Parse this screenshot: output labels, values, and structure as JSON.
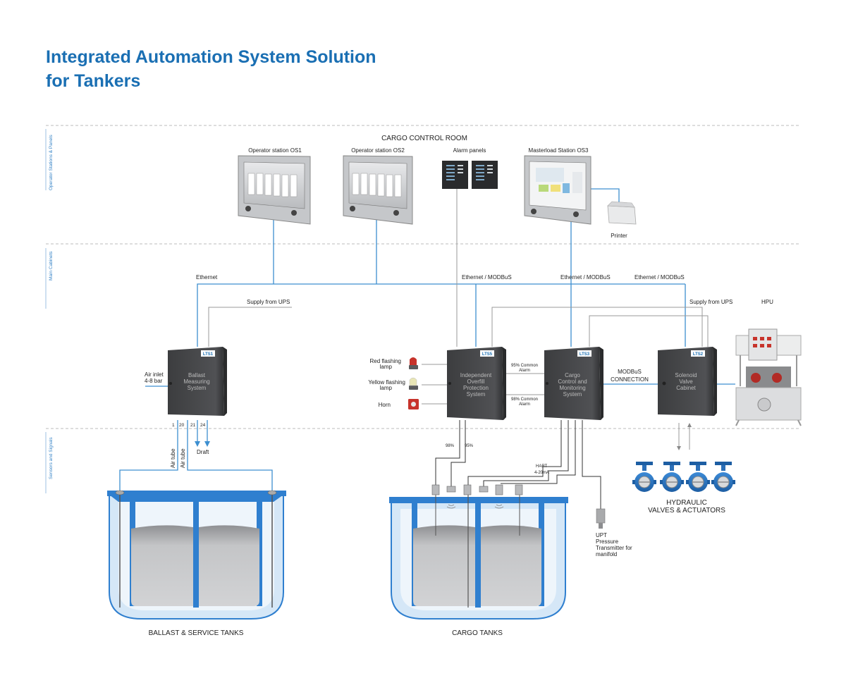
{
  "title": {
    "line1": "Integrated Automation System Solution",
    "line2": "for Tankers"
  },
  "zones": {
    "operator": "Operator Stations & Panels",
    "cabinets": "Main Cabinets",
    "sensors": "Sensors and Signals"
  },
  "control_room": "CARGO CONTROL ROOM",
  "stations": {
    "os1": "Operator station OS1",
    "os2": "Operator station OS2",
    "alarm": "Alarm panels",
    "os3": "Masterload Station OS3",
    "printer": "Printer"
  },
  "links": {
    "ethernet": "Ethernet",
    "eth_modbus_1": "Ethernet / MODBuS",
    "eth_modbus_2": "Ethernet / MODBuS",
    "eth_modbus_3": "Ethernet / MODBuS",
    "supply_ups_1": "Supply from UPS",
    "supply_ups_2": "Supply from UPS",
    "hpu": "HPU",
    "modbus_conn_1": "MODBuS",
    "modbus_conn_2": "CONNECTION",
    "common_alarm_95_1": "95% Common",
    "common_alarm_95_2": "Alarm",
    "common_alarm_98_1": "98% Common",
    "common_alarm_98_2": "Alarm",
    "air_inlet_1": "Air inlet",
    "air_inlet_2": "4-8 bar",
    "draft": "Draft",
    "air_tube_1": "Air tube",
    "air_tube_2": "Air tube",
    "pct_98": "98%",
    "pct_95": "95%",
    "hart_1": "HART",
    "hart_2": "4-20mA"
  },
  "cabinets": {
    "lts1": {
      "tag": "LTS1",
      "l1": "Ballast",
      "l2": "Measuring",
      "l3": "System"
    },
    "lts5": {
      "tag": "LTS5",
      "l1": "Independent",
      "l2": "Overfill",
      "l3": "Protection",
      "l4": "System"
    },
    "lts3": {
      "tag": "LTS3",
      "l1": "Cargo",
      "l2": "Control and",
      "l3": "Monitoring",
      "l4": "System"
    },
    "lts2": {
      "tag": "LTS2",
      "l1": "Solenoid",
      "l2": "Valve",
      "l3": "Cabinet"
    }
  },
  "tube_numbers": [
    "1",
    "20",
    "21",
    "24"
  ],
  "alarms": {
    "red_1": "Red flashing",
    "red_2": "lamp",
    "yellow_1": "Yellow flashing",
    "yellow_2": "lamp",
    "horn": "Horn"
  },
  "upt": {
    "l1": "UPT",
    "l2": "Pressure",
    "l3": "Transmitter for",
    "l4": "manifold"
  },
  "valves": {
    "l1": "HYDRAULIC",
    "l2": "VALVES & ACTUATORS"
  },
  "tanks": {
    "ballast": "BALLAST & SERVICE TANKS",
    "cargo": "CARGO TANKS"
  },
  "colors": {
    "accent": "#1a6fb3",
    "wire": "#3d8fd0",
    "cabinet": "#4a4b4d",
    "tank_blue": "#2f7fcf",
    "tank_fill": "#c9cacc"
  }
}
